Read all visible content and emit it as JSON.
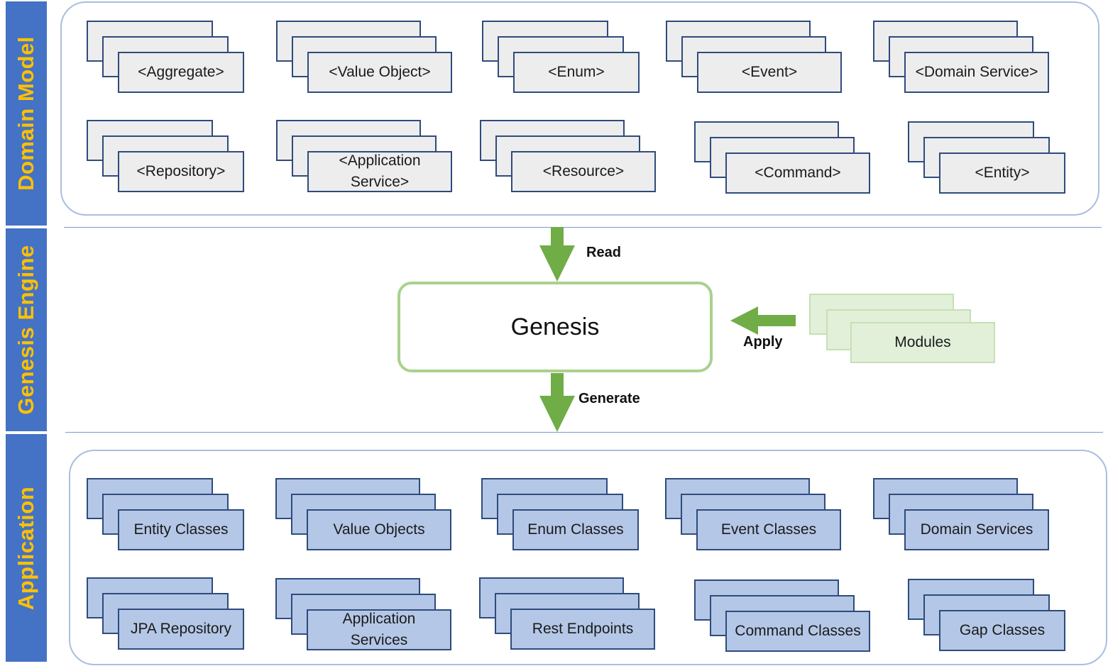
{
  "bands": {
    "domain_model": "Domain Model",
    "genesis_engine": "Genesis Engine",
    "application": "Application"
  },
  "domain_model": {
    "row1": [
      "<Aggregate>",
      "<Value Object>",
      "<Enum>",
      "<Event>",
      "<Domain Service>"
    ],
    "row2": [
      "<Repository>",
      "<Application Service>",
      "<Resource>",
      "<Command>",
      "<Entity>"
    ]
  },
  "engine": {
    "title": "Genesis",
    "read_label": "Read",
    "apply_label": "Apply",
    "generate_label": "Generate",
    "modules_label": "Modules"
  },
  "application": {
    "row1": [
      "Entity Classes",
      "Value Objects",
      "Enum Classes",
      "Event Classes",
      "Domain Services"
    ],
    "row2": [
      "JPA Repository",
      "Application Services",
      "Rest Endpoints",
      "Command Classes",
      "Gap Classes"
    ]
  },
  "colors": {
    "band": "#4472C4",
    "band_text": "#FFC000",
    "arrow": "#70AD47",
    "domain_card": "#EDEDED",
    "app_card": "#B4C7E7",
    "module_card": "#E2F0D9"
  }
}
